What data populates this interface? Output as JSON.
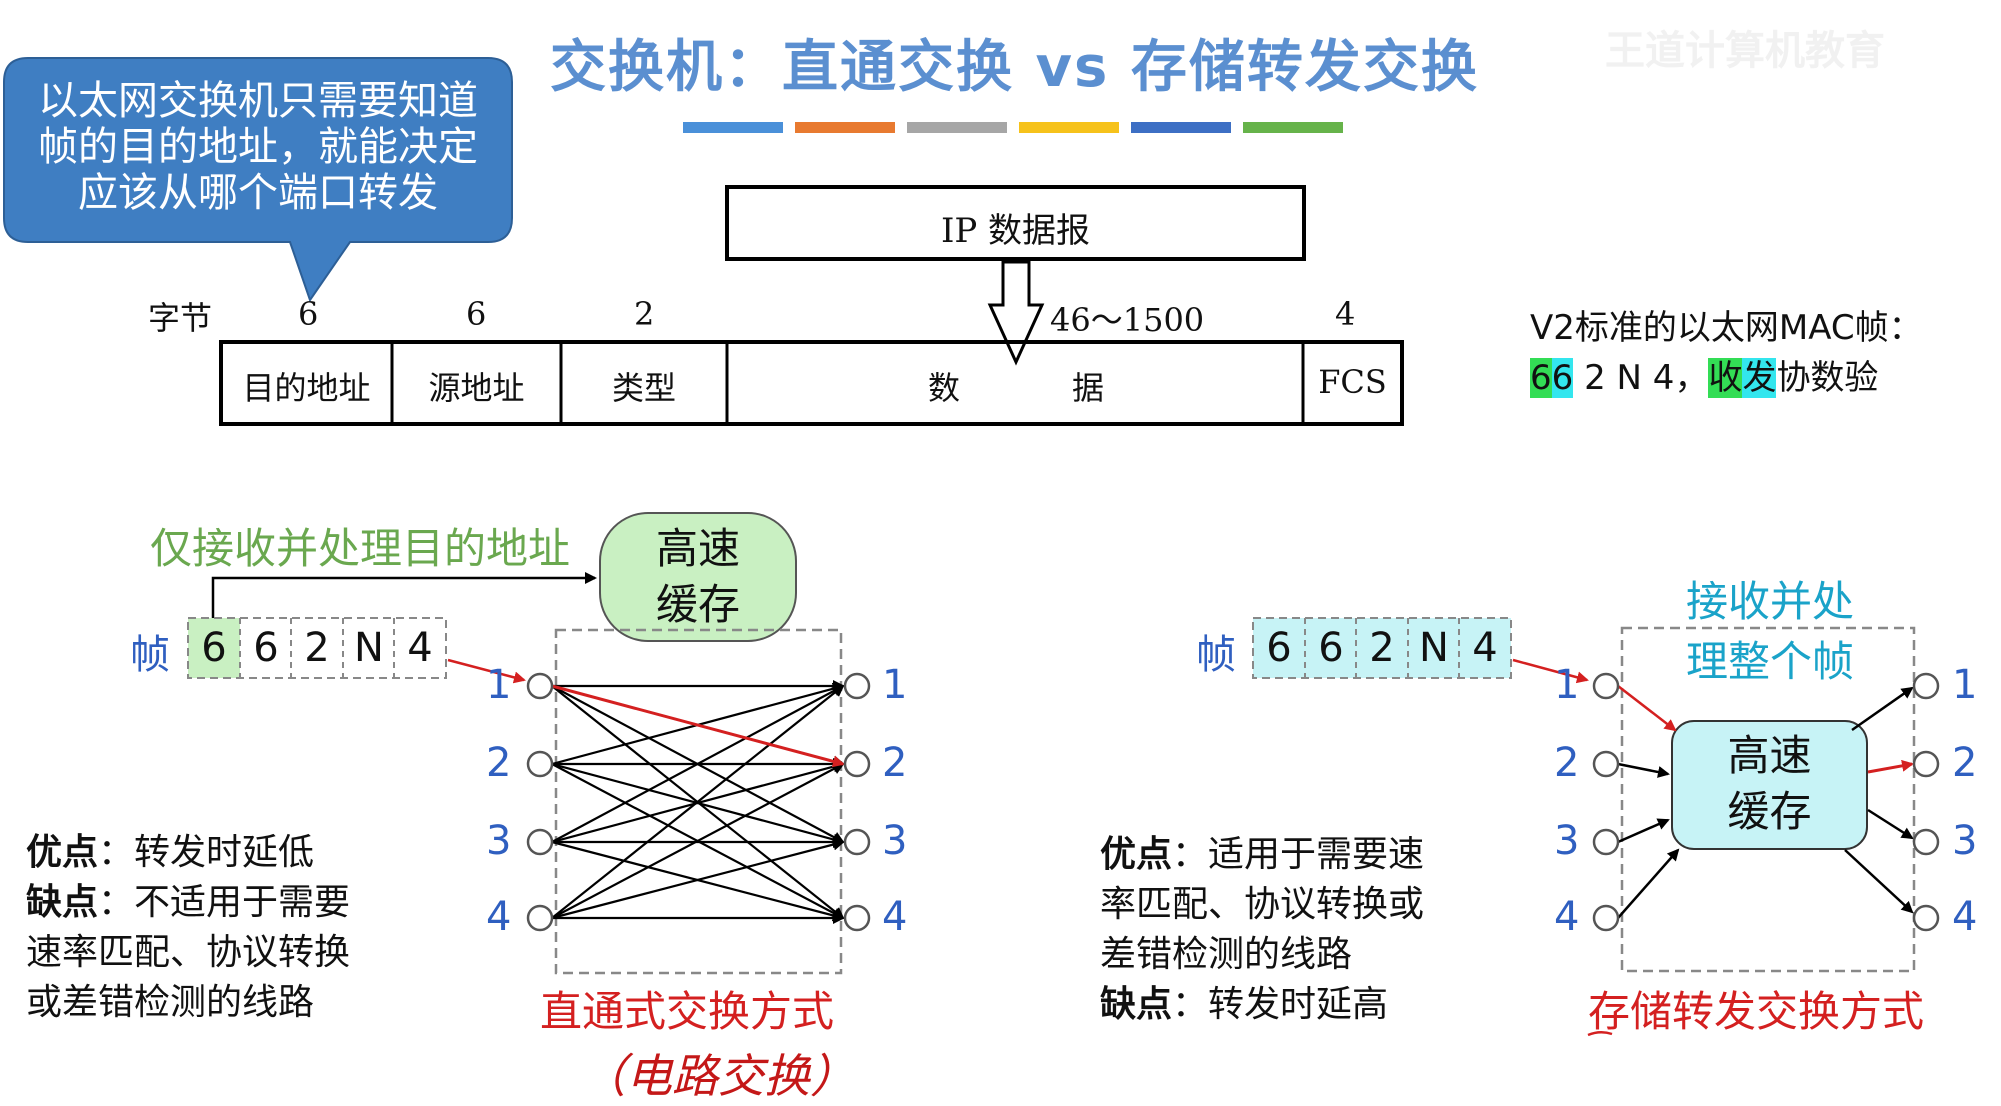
{
  "title": "交换机：直通交换 vs 存储转发交换",
  "watermark": "王道计算机教育",
  "color_bars": [
    "#4a90d9",
    "#e87a30",
    "#a6a6a6",
    "#f6c21b",
    "#3d6fc4",
    "#66b34a"
  ],
  "callout": {
    "line1": "以太网交换机只需要知道",
    "line2": "帧的目的地址，就能决定",
    "line3": "应该从哪个端口转发"
  },
  "ip_packet": "IP 数据报",
  "frame_format": {
    "bytes_label": "字节",
    "sizes": [
      "6",
      "6",
      "2",
      "46～1500",
      "4"
    ],
    "fields": [
      "目的地址",
      "源地址",
      "类型",
      "数",
      "据",
      "FCS"
    ]
  },
  "v2_note": {
    "line1": "V2标准的以太网MAC帧：",
    "seq": [
      "6",
      "6",
      "2",
      "N",
      "4"
    ],
    "sep": "，",
    "shou": "收",
    "fa": "发",
    "rest": "协数验"
  },
  "cut_through": {
    "note": "仅接收并处理目的地址",
    "cache_line1": "高速",
    "cache_line2": "缓存",
    "frame_label": "帧",
    "frame": [
      "6",
      "6",
      "2",
      "N",
      "4"
    ],
    "ports_in": [
      "1",
      "2",
      "3",
      "4"
    ],
    "ports_out": [
      "1",
      "2",
      "3",
      "4"
    ],
    "pros_label": "优点",
    "pros": "：转发时延低",
    "cons_label": "缺点",
    "cons_1": "：不适用于需要",
    "cons_2": "速率匹配、协议转换",
    "cons_3": "或差错检测的线路",
    "method": "直通式交换方式",
    "handwriting": "（电路交换）"
  },
  "store_forward": {
    "note_line1": "接收并处",
    "note_line2": "理整个帧",
    "cache_line1": "高速",
    "cache_line2": "缓存",
    "frame_label": "帧",
    "frame": [
      "6",
      "6",
      "2",
      "N",
      "4"
    ],
    "ports_in": [
      "1",
      "2",
      "3",
      "4"
    ],
    "ports_out": [
      "1",
      "2",
      "3",
      "4"
    ],
    "pros_label": "优点",
    "pros_1": "：适用于需要速",
    "pros_2": "率匹配、协议转换或",
    "pros_3": "差错检测的线路",
    "cons_label": "缺点",
    "cons": "：转发时延高",
    "method": "存储转发交换方式"
  }
}
